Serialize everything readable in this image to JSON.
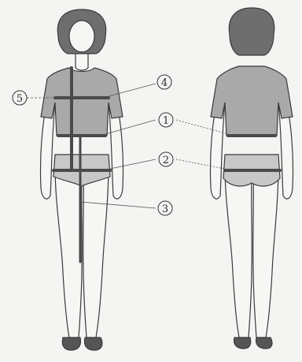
{
  "callouts": [
    {
      "id": "c5",
      "label": "5"
    },
    {
      "id": "c4",
      "label": "4"
    },
    {
      "id": "c1",
      "label": "1"
    },
    {
      "id": "c2",
      "label": "2"
    },
    {
      "id": "c3",
      "label": "3"
    }
  ],
  "colors": {
    "background": "#f4f4f2",
    "outline": "#3a3a3a",
    "hair": "#6e6e6e",
    "shirt": "#a9a9a9",
    "shorts": "#c8c8c8",
    "tape": "#4a4a4a",
    "skin": "#f6f6f4"
  },
  "icons": [
    "front-figure",
    "back-figure",
    "measuring-tape"
  ]
}
